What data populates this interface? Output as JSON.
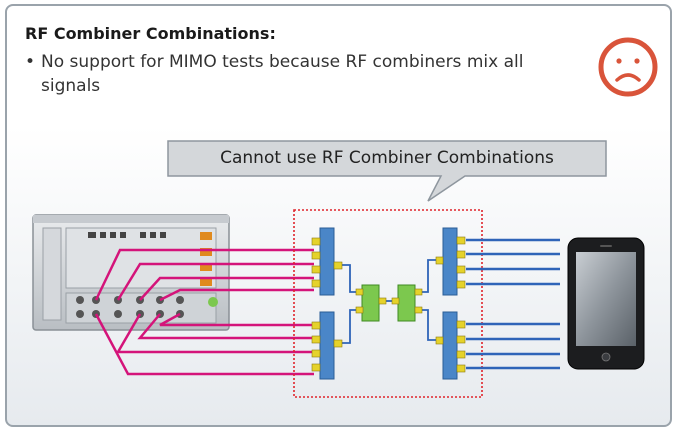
{
  "slide": {
    "heading": "RF Combiner Combinations:",
    "bullets": [
      {
        "symbol": "•",
        "text": "No support for MIMO tests because RF combiners mix all signals"
      }
    ],
    "status_icon": "sad-face-icon",
    "callout": "Cannot use RF Combiner Combinations"
  },
  "colors": {
    "panel_border": "#9aa3ab",
    "cable_tester": "#d4147a",
    "cable_phone": "#2f64b8",
    "combiner_block": "#4a86c8",
    "combiner_center": "#7cc84e",
    "connector": "#e5d22b",
    "dotted_box": "#e0242b",
    "face_border": "#d9543a",
    "callout_fill": "#d4d7da"
  }
}
